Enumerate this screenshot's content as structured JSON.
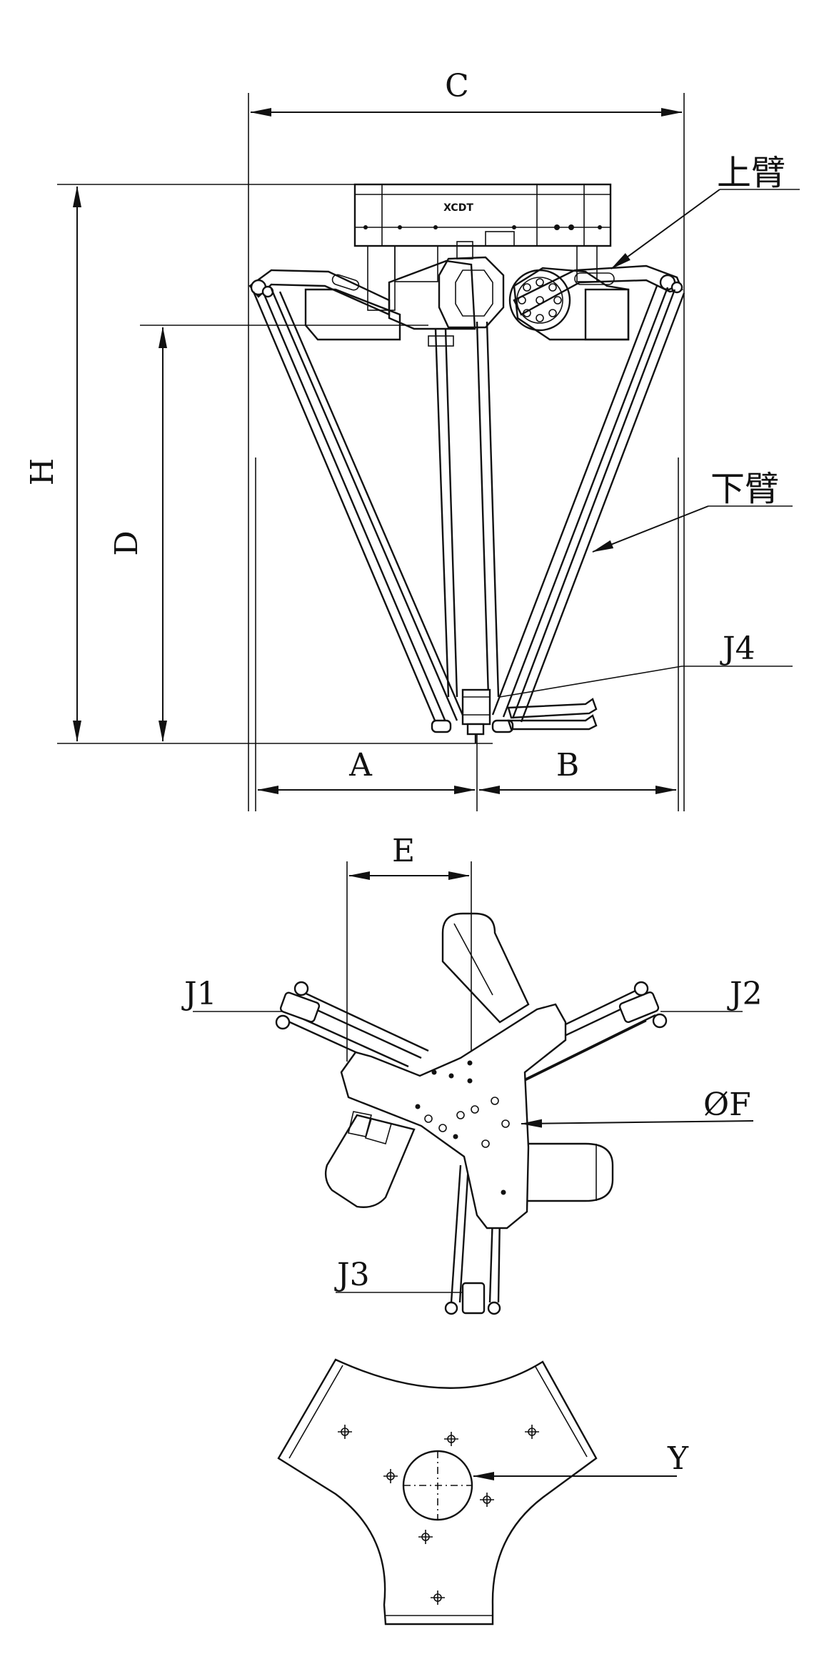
{
  "labels": {
    "dim_c": "C",
    "dim_h": "H",
    "dim_d": "D",
    "dim_a": "A",
    "dim_b": "B",
    "dim_e": "E",
    "upper_arm": "上臂",
    "lower_arm": "下臂",
    "j1": "J1",
    "j2": "J2",
    "j3": "J3",
    "j4": "J4",
    "dia_f": "ØF",
    "mount_y": "Y",
    "brand": "XCDT"
  }
}
